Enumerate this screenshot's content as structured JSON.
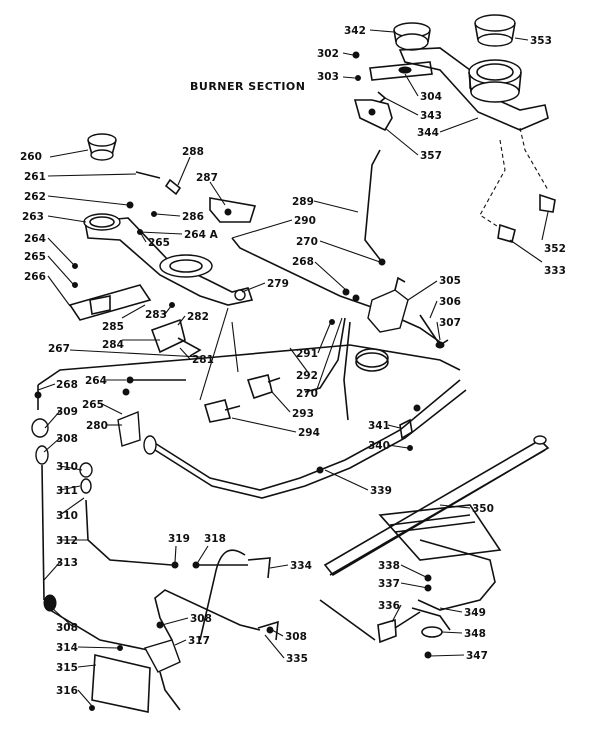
{
  "title": "BURNER SECTION",
  "parts": [
    {
      "id": "342",
      "text": "342"
    },
    {
      "id": "353",
      "text": "353"
    },
    {
      "id": "302",
      "text": "302"
    },
    {
      "id": "303",
      "text": "303"
    },
    {
      "id": "304",
      "text": "304"
    },
    {
      "id": "343",
      "text": "343"
    },
    {
      "id": "344",
      "text": "344"
    },
    {
      "id": "357",
      "text": "357"
    },
    {
      "id": "260",
      "text": "260"
    },
    {
      "id": "288",
      "text": "288"
    },
    {
      "id": "261",
      "text": "261"
    },
    {
      "id": "287",
      "text": "287"
    },
    {
      "id": "262",
      "text": "262"
    },
    {
      "id": "286",
      "text": "286"
    },
    {
      "id": "263",
      "text": "263"
    },
    {
      "id": "264A",
      "text": "264 A"
    },
    {
      "id": "265a",
      "text": "265"
    },
    {
      "id": "264a",
      "text": "264"
    },
    {
      "id": "265b",
      "text": "265"
    },
    {
      "id": "266",
      "text": "266"
    },
    {
      "id": "289",
      "text": "289"
    },
    {
      "id": "290",
      "text": "290"
    },
    {
      "id": "270a",
      "text": "270"
    },
    {
      "id": "352",
      "text": "352"
    },
    {
      "id": "333",
      "text": "333"
    },
    {
      "id": "268a",
      "text": "268"
    },
    {
      "id": "279",
      "text": "279"
    },
    {
      "id": "305",
      "text": "305"
    },
    {
      "id": "306",
      "text": "306"
    },
    {
      "id": "283",
      "text": "283"
    },
    {
      "id": "282",
      "text": "282"
    },
    {
      "id": "285",
      "text": "285"
    },
    {
      "id": "307",
      "text": "307"
    },
    {
      "id": "284",
      "text": "284"
    },
    {
      "id": "267",
      "text": "267"
    },
    {
      "id": "281",
      "text": "281"
    },
    {
      "id": "291",
      "text": "291"
    },
    {
      "id": "292",
      "text": "292"
    },
    {
      "id": "264b",
      "text": "264"
    },
    {
      "id": "268b",
      "text": "268"
    },
    {
      "id": "270b",
      "text": "270"
    },
    {
      "id": "293",
      "text": "293"
    },
    {
      "id": "265c",
      "text": "265"
    },
    {
      "id": "309",
      "text": "309"
    },
    {
      "id": "280",
      "text": "280"
    },
    {
      "id": "294",
      "text": "294"
    },
    {
      "id": "308a",
      "text": "308"
    },
    {
      "id": "341",
      "text": "341"
    },
    {
      "id": "340",
      "text": "340"
    },
    {
      "id": "310a",
      "text": "310"
    },
    {
      "id": "339",
      "text": "339"
    },
    {
      "id": "311",
      "text": "311"
    },
    {
      "id": "310b",
      "text": "310"
    },
    {
      "id": "350",
      "text": "350"
    },
    {
      "id": "312",
      "text": "312"
    },
    {
      "id": "319",
      "text": "319"
    },
    {
      "id": "318",
      "text": "318"
    },
    {
      "id": "313",
      "text": "313"
    },
    {
      "id": "334",
      "text": "334"
    },
    {
      "id": "338",
      "text": "338"
    },
    {
      "id": "337",
      "text": "337"
    },
    {
      "id": "308b",
      "text": "308"
    },
    {
      "id": "336",
      "text": "336"
    },
    {
      "id": "349",
      "text": "349"
    },
    {
      "id": "308c",
      "text": "308"
    },
    {
      "id": "317",
      "text": "317"
    },
    {
      "id": "308d",
      "text": "308"
    },
    {
      "id": "348",
      "text": "348"
    },
    {
      "id": "314",
      "text": "314"
    },
    {
      "id": "335",
      "text": "335"
    },
    {
      "id": "315",
      "text": "315"
    },
    {
      "id": "347",
      "text": "347"
    },
    {
      "id": "316",
      "text": "316"
    }
  ]
}
